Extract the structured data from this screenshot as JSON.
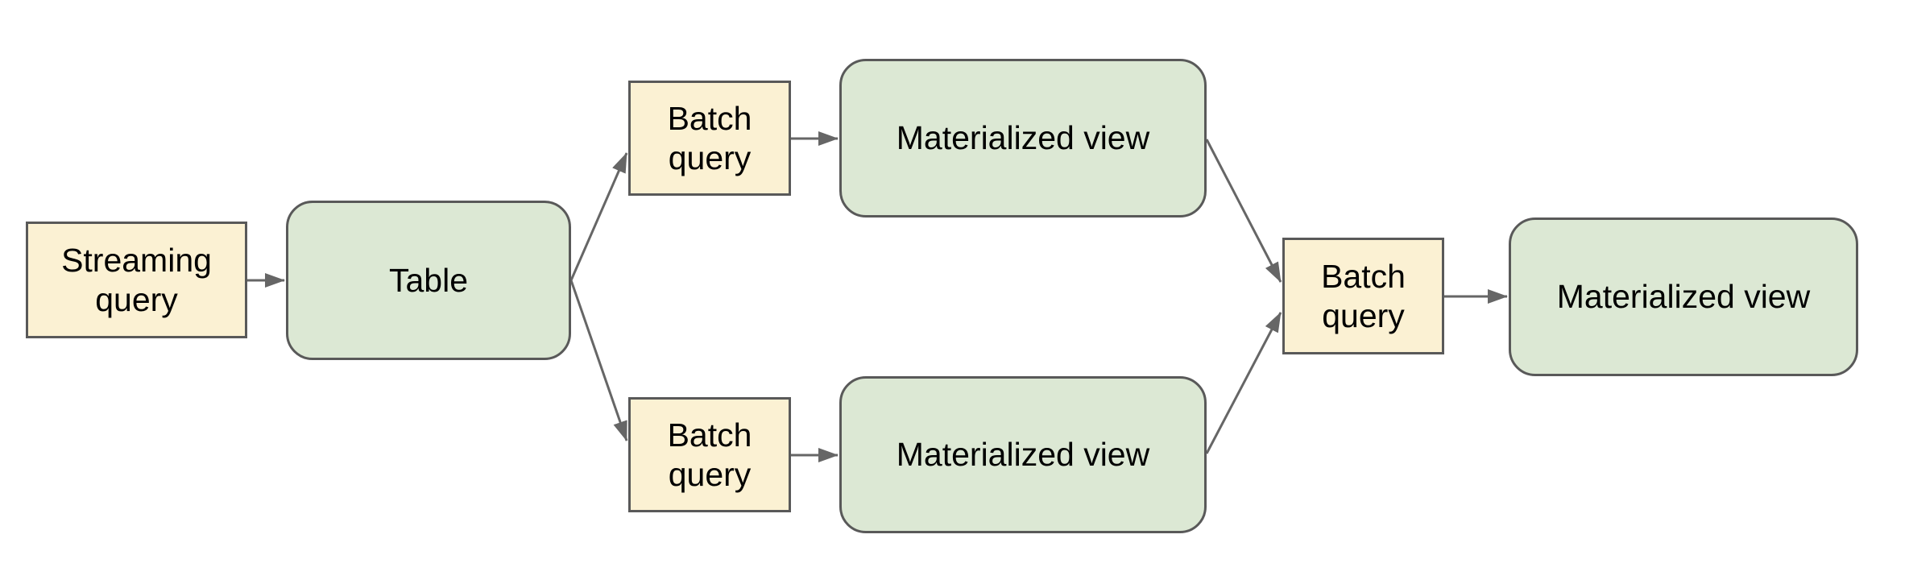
{
  "diagram": {
    "nodes": [
      {
        "id": "streaming-query",
        "label": "Streaming query",
        "kind": "query"
      },
      {
        "id": "table",
        "label": "Table",
        "kind": "table"
      },
      {
        "id": "batch-query-top",
        "label": "Batch query",
        "kind": "query"
      },
      {
        "id": "materialized-view-top",
        "label": "Materialized view",
        "kind": "view"
      },
      {
        "id": "batch-query-bottom",
        "label": "Batch query",
        "kind": "query"
      },
      {
        "id": "materialized-view-bottom",
        "label": "Materialized view",
        "kind": "view"
      },
      {
        "id": "batch-query-final",
        "label": "Batch query",
        "kind": "query"
      },
      {
        "id": "materialized-view-final",
        "label": "Materialized view",
        "kind": "view"
      }
    ],
    "edges": [
      {
        "from": "streaming-query",
        "to": "table"
      },
      {
        "from": "table",
        "to": "batch-query-top"
      },
      {
        "from": "table",
        "to": "batch-query-bottom"
      },
      {
        "from": "batch-query-top",
        "to": "materialized-view-top"
      },
      {
        "from": "batch-query-bottom",
        "to": "materialized-view-bottom"
      },
      {
        "from": "materialized-view-top",
        "to": "batch-query-final"
      },
      {
        "from": "materialized-view-bottom",
        "to": "batch-query-final"
      },
      {
        "from": "batch-query-final",
        "to": "materialized-view-final"
      }
    ],
    "colors": {
      "query_fill": "#FBF1D3",
      "view_fill": "#DCE8D4",
      "node_border": "#595959",
      "arrow": "#666666",
      "text": "#000000",
      "background": "#FFFFFF"
    }
  }
}
